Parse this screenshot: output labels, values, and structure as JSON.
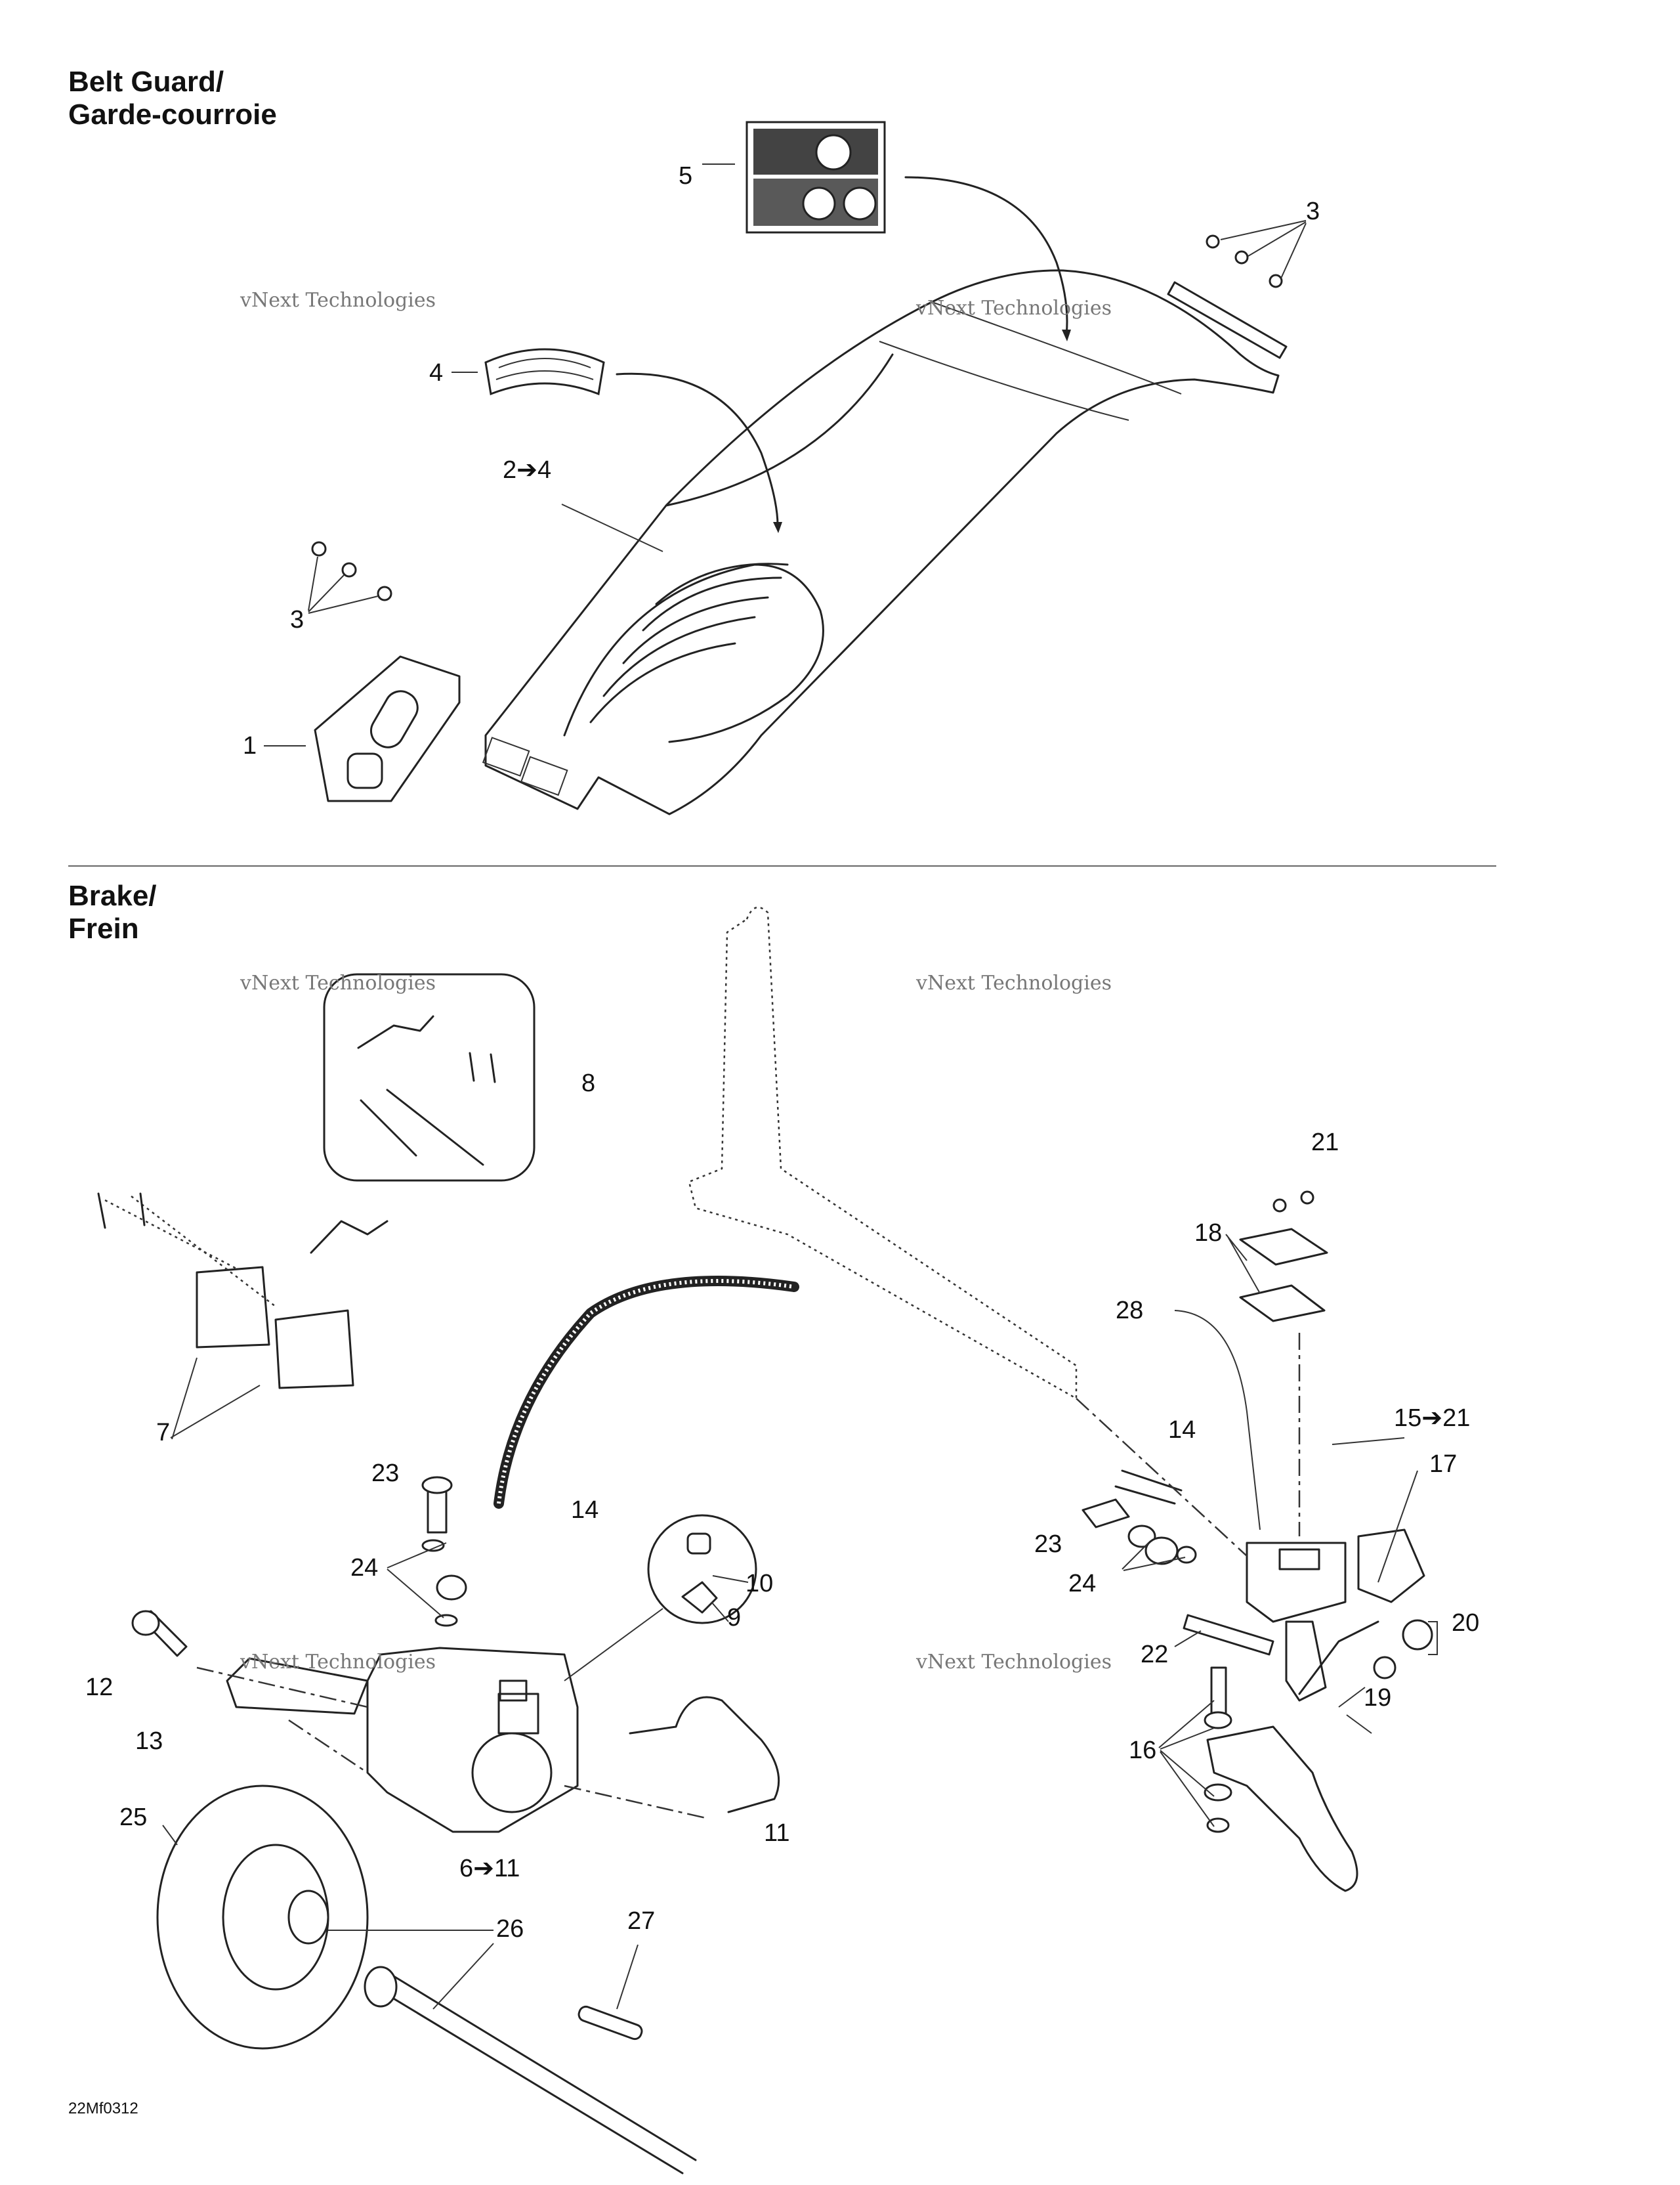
{
  "sections": {
    "belt_guard": {
      "title_line1": "Belt Guard/",
      "title_line2": "Garde-courroie"
    },
    "brake": {
      "title_line1": "Brake/",
      "title_line2": "Frein"
    }
  },
  "watermark": {
    "line1": "vNext Technologies",
    "line2": "Technologies"
  },
  "drawing_code": "22Mf0312",
  "callouts": {
    "c5": "5",
    "c3a": "3",
    "c4": "4",
    "c2_4": "2➔4",
    "c3b": "3",
    "c1": "1",
    "c8": "8",
    "c7": "7",
    "c21": "21",
    "c18": "18",
    "c28": "28",
    "c14a": "14",
    "c15_21": "15➔21",
    "c17": "17",
    "c23a": "23",
    "c14b": "14",
    "c24a": "24",
    "c10": "10",
    "c9": "9",
    "c23b": "23",
    "c24b": "24",
    "c20": "20",
    "c22": "22",
    "c12": "12",
    "c13": "13",
    "c19": "19",
    "c16": "16",
    "c25": "25",
    "c11": "11",
    "c6_11": "6➔11",
    "c26": "26",
    "c27": "27"
  }
}
